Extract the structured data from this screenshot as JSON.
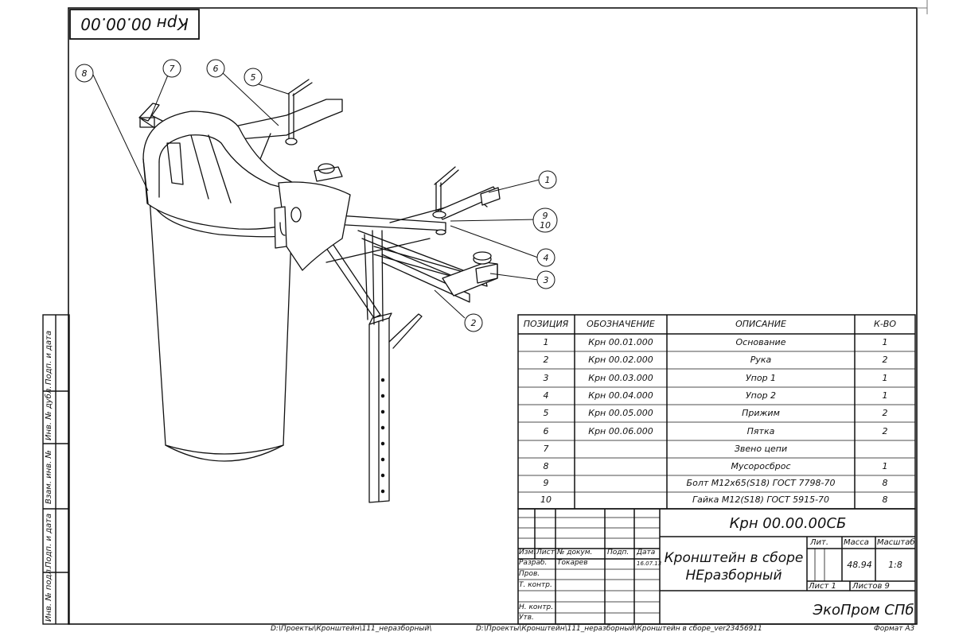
{
  "rotated_code": "Крн 00.00.00",
  "left_strip_labels": [
    "Подп. и дата",
    "Инв. № дубл.",
    "Взам. инв. №",
    "Подп. и дата",
    "Инв. № подл."
  ],
  "callouts": [
    "1",
    "2",
    "3",
    "4",
    "5",
    "6",
    "7",
    "8",
    "9",
    "10"
  ],
  "bom": {
    "headers": {
      "position": "ПОЗИЦИЯ",
      "designation": "ОБОЗНАЧЕНИЕ",
      "description": "ОПИСАНИЕ",
      "qty": "К-ВО"
    },
    "rows": [
      {
        "pos": "1",
        "code": "Крн 00.01.000",
        "desc": "Основание",
        "qty": "1"
      },
      {
        "pos": "2",
        "code": "Крн 00.02.000",
        "desc": "Рука",
        "qty": "2"
      },
      {
        "pos": "3",
        "code": "Крн 00.03.000",
        "desc": "Упор 1",
        "qty": "1"
      },
      {
        "pos": "4",
        "code": "Крн 00.04.000",
        "desc": "Упор 2",
        "qty": "1"
      },
      {
        "pos": "5",
        "code": "Крн 00.05.000",
        "desc": "Прижим",
        "qty": "2"
      },
      {
        "pos": "6",
        "code": "Крн 00.06.000",
        "desc": "Пятка",
        "qty": "2"
      },
      {
        "pos": "7",
        "code": "",
        "desc": "Звено цепи",
        "qty": ""
      },
      {
        "pos": "8",
        "code": "",
        "desc": "Мусоросброс",
        "qty": "1"
      },
      {
        "pos": "9",
        "code": "",
        "desc": "Болт М12х65(S18) ГОСТ 7798-70",
        "qty": "8"
      },
      {
        "pos": "10",
        "code": "",
        "desc": "Гайка М12(S18) ГОСТ 5915-70",
        "qty": "8"
      }
    ]
  },
  "title_block": {
    "doc_code": "Крн 00.00.00СБ",
    "title_line1": "Кронштейн в сборе",
    "title_line2": "НЕразборный",
    "col_izm": "Изм.",
    "col_list": "Лист",
    "col_doc": "№ докум.",
    "col_sign": "Подп.",
    "col_date": "Дата",
    "row_razrab": "Разраб.",
    "razrab_name": "Токарев",
    "razrab_date": "16.07.13",
    "row_prov": "Пров.",
    "row_tkontr": "Т. контр.",
    "row_nkontr": "Н. контр.",
    "row_utv": "Утв.",
    "lit": "Лит.",
    "massa": "Масса",
    "masshtab": "Масштаб",
    "mass_value": "48.94",
    "scale_value": "1:8",
    "sheet": "Лист 1",
    "sheets": "Листов 9",
    "company": "ЭкоПром СПб"
  },
  "footer": {
    "path1": "D:\\Проекты\\Кронштейн\\111_неразборный\\",
    "path2": "D:\\Проекты\\Кронштейн\\111_неразборный\\Кронштейн в сборе_ver23456911",
    "format": "Формат А3"
  }
}
